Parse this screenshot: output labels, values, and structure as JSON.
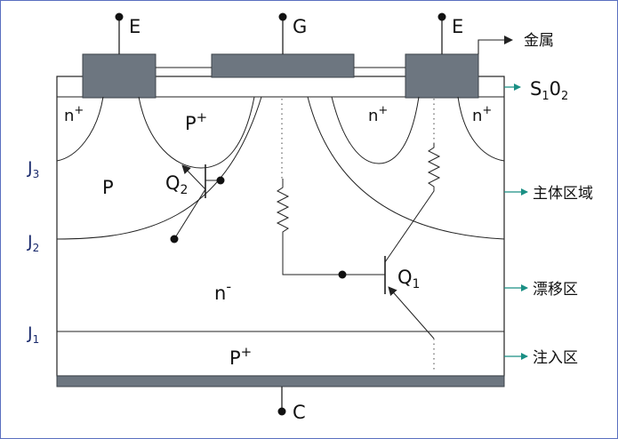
{
  "terminals": {
    "emitter_left": "E",
    "gate": "G",
    "emitter_right": "E",
    "collector": "C"
  },
  "layers": {
    "metal": "金属",
    "oxide_main": "S",
    "oxide_sub1": "1",
    "oxide_mid": "0",
    "oxide_sub2": "2",
    "body_region": "主体区域",
    "drift_region": "漂移区",
    "injection_region": "注入区"
  },
  "junctions": {
    "j3": "J",
    "j3_sub": "3",
    "j2": "J",
    "j2_sub": "2",
    "j1": "J",
    "j1_sub": "1"
  },
  "regions": {
    "n_plus_left_base": "n",
    "n_plus_left_sup": "+",
    "p_plus_top_base": "P",
    "p_plus_top_sup": "+",
    "n_plus_mid_base": "n",
    "n_plus_mid_sup": "+",
    "n_plus_right_base": "n",
    "n_plus_right_sup": "+",
    "p_body": "P",
    "n_minus_base": "n",
    "n_minus_sup": "-",
    "p_plus_bottom_base": "P",
    "p_plus_bottom_sup": "+"
  },
  "transistors": {
    "q1_base": "Q",
    "q1_sub": "1",
    "q2_base": "Q",
    "q2_sub": "2"
  },
  "colors": {
    "metal": "#6d7680",
    "line": "#222222",
    "arrow_teal": "#1a8f84"
  }
}
